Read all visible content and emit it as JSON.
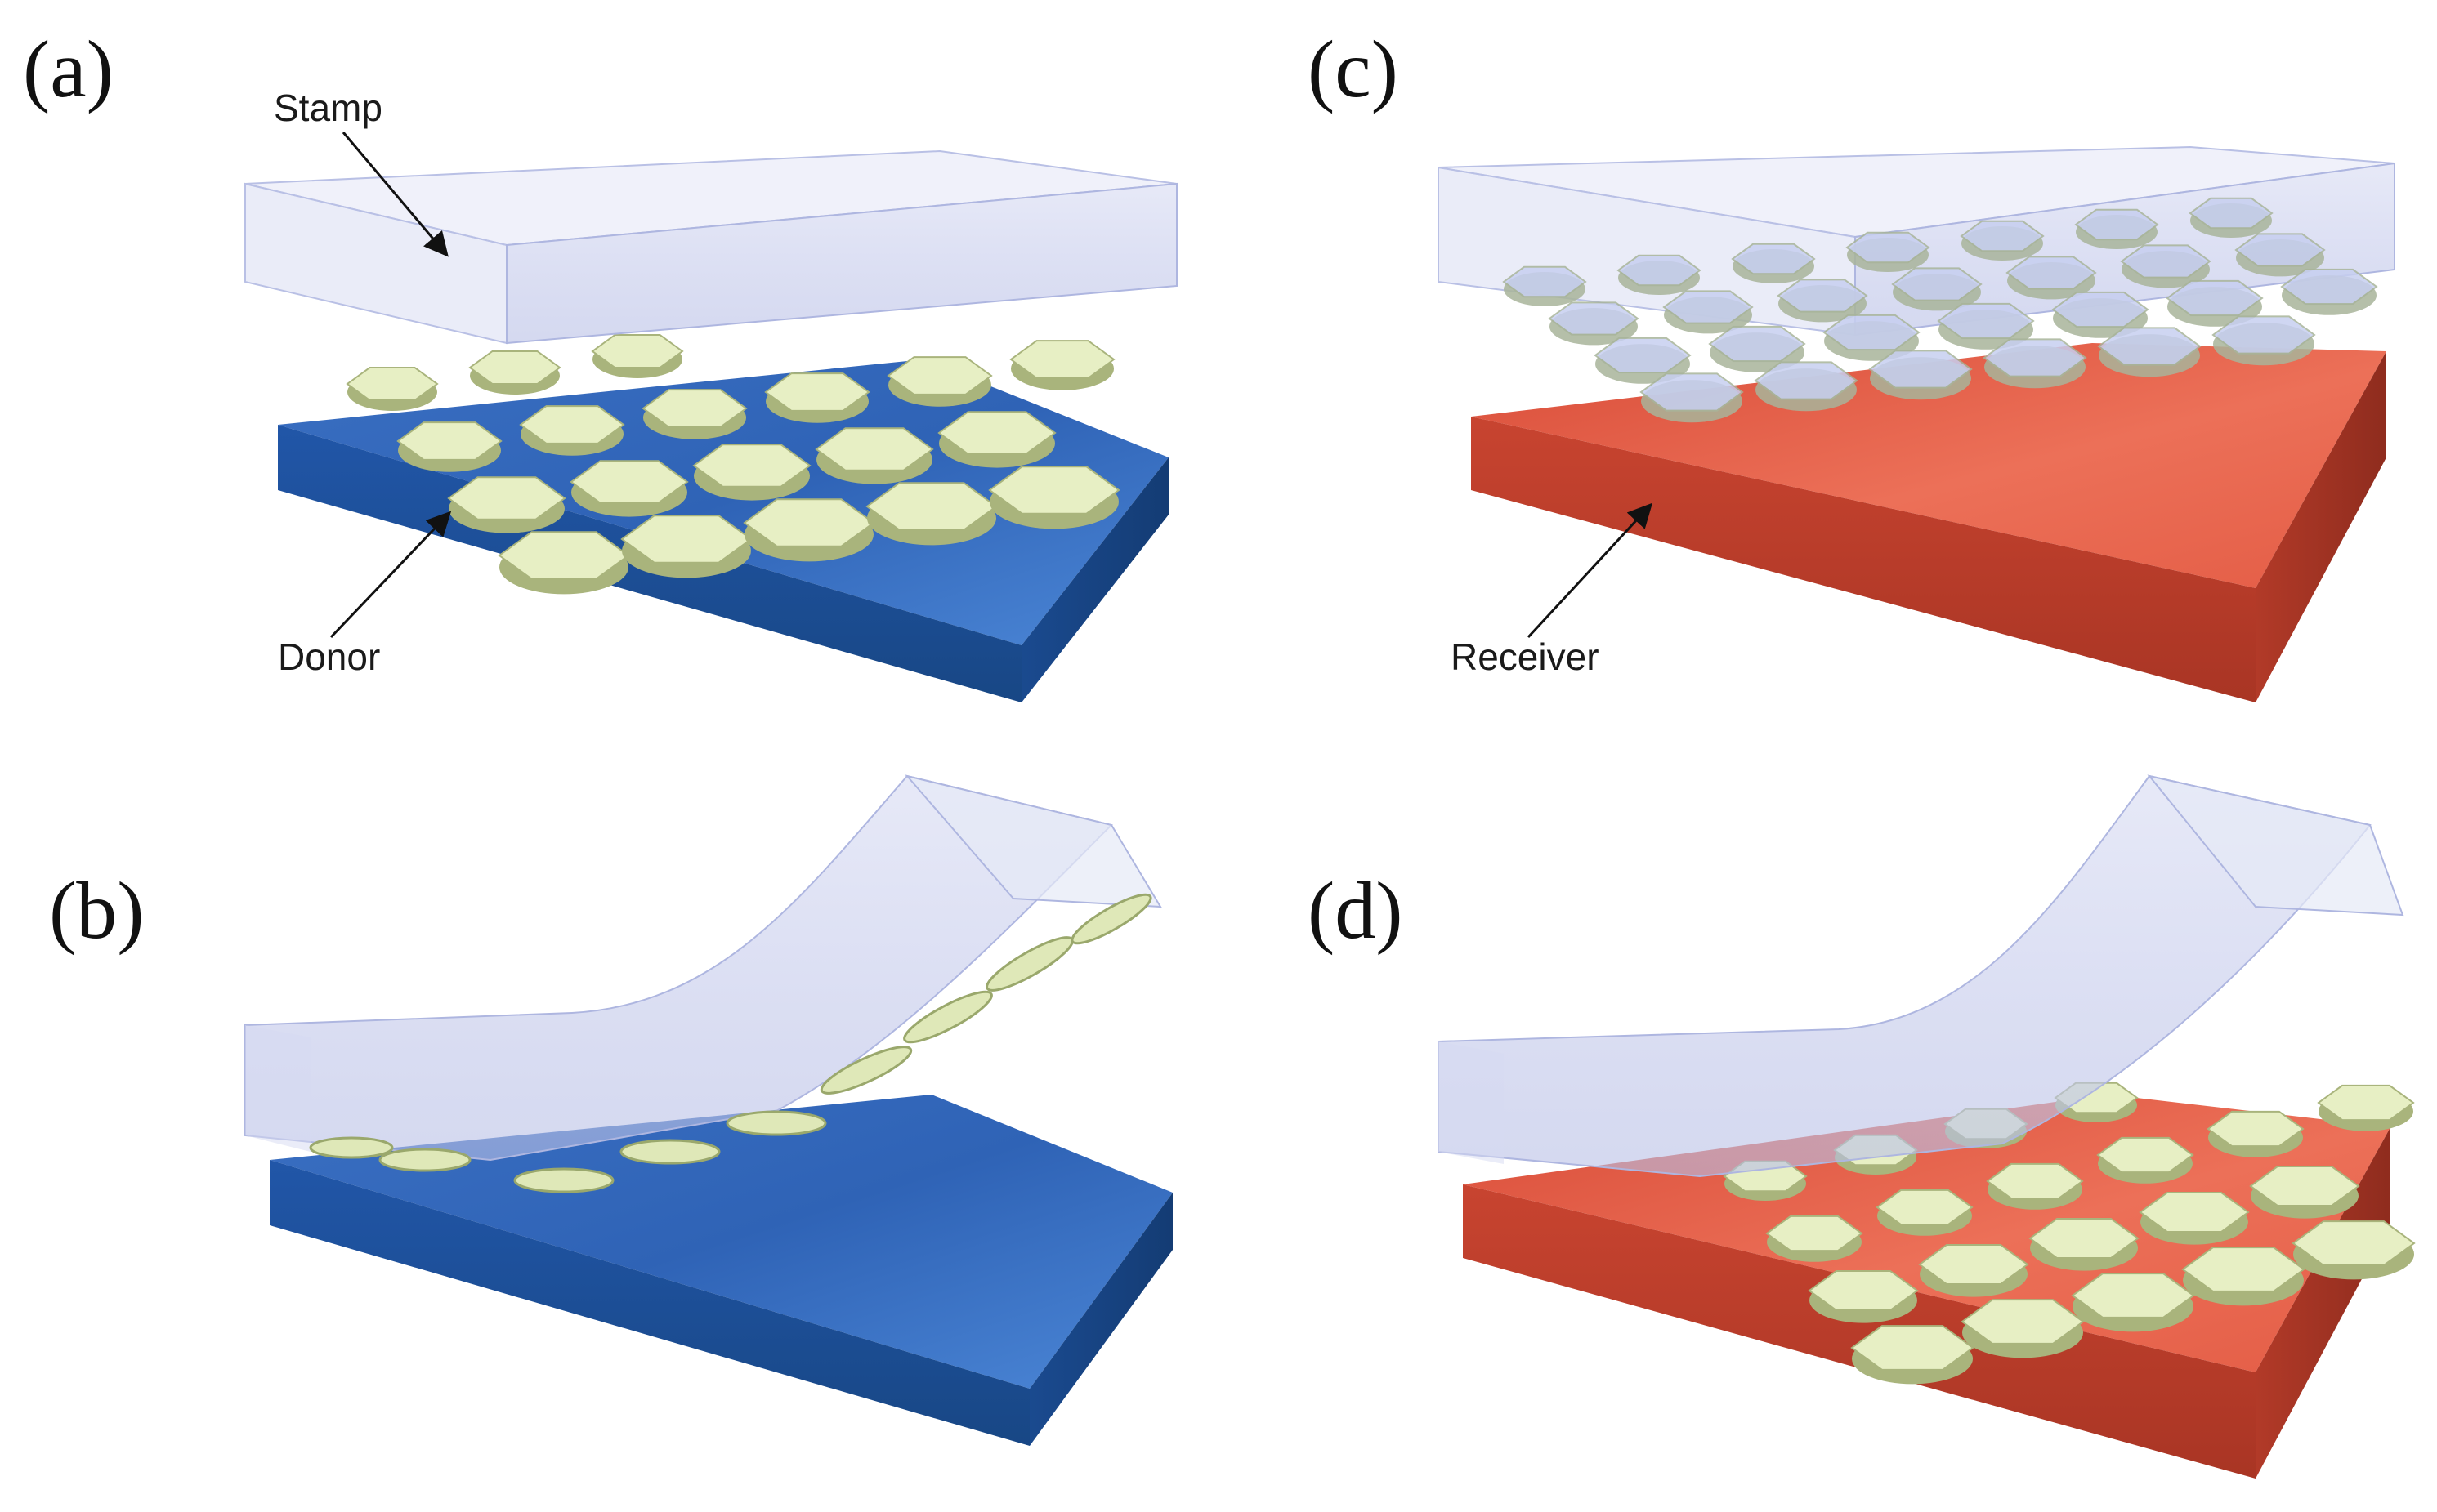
{
  "panels": [
    {
      "id": "a",
      "letter": "(a)",
      "substrate": "donor",
      "stage": "stamp-above-donor"
    },
    {
      "id": "b",
      "letter": "(b)",
      "substrate": "donor",
      "stage": "peeling-picks-up-hexagons"
    },
    {
      "id": "c",
      "letter": "(c)",
      "substrate": "receiver",
      "stage": "stamp-above-receiver"
    },
    {
      "id": "d",
      "letter": "(d)",
      "substrate": "receiver",
      "stage": "peeling-leaves-hexagons"
    }
  ],
  "labels": {
    "stamp": "Stamp",
    "donor": "Donor",
    "receiver": "Receiver"
  },
  "colors": {
    "donor_top": "#2f63b6",
    "donor_side": "#1d4f9c",
    "receiver_top": "#e4614a",
    "receiver_side": "#c0422f",
    "stamp": "#c3c9ea",
    "hexagon": "#e7efc4",
    "hexagon_edge": "#a9b47c"
  },
  "icons": {
    "hexagon": "hexagon-icon",
    "arrow": "arrow-icon"
  }
}
